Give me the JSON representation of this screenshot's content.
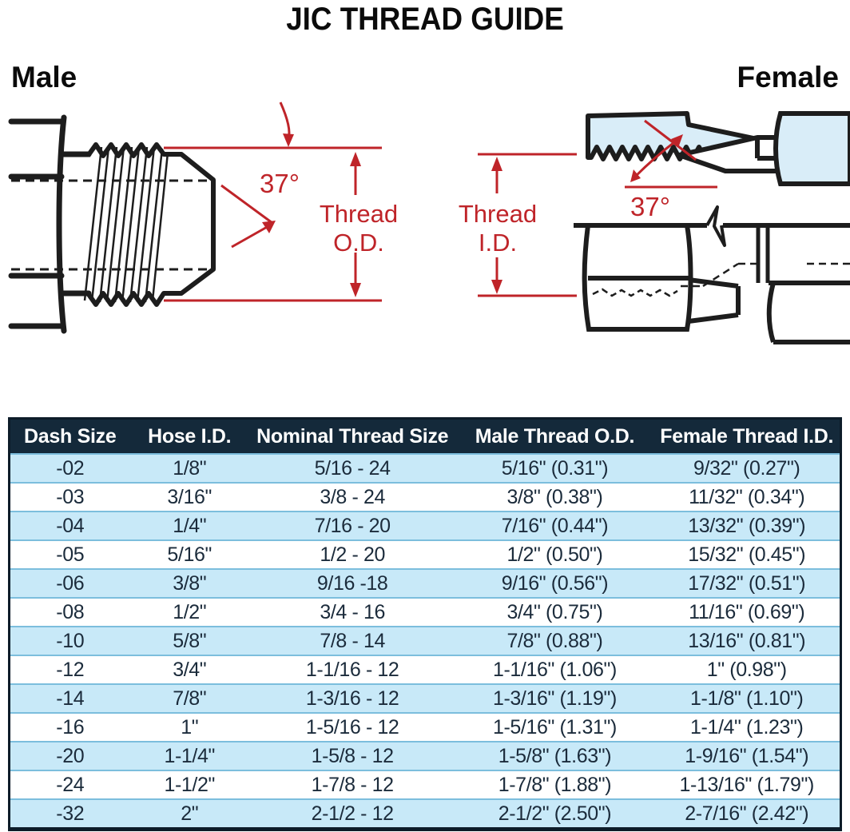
{
  "title": "JIC THREAD GUIDE",
  "diagrams": {
    "male": {
      "label": "Male",
      "angle": "37°",
      "dim_label_line1": "Thread",
      "dim_label_line2": "O.D."
    },
    "female": {
      "label": "Female",
      "angle": "37°",
      "dim_label_line1": "Thread",
      "dim_label_line2": "I.D."
    }
  },
  "colors": {
    "annotation_red": "#bf2429",
    "drawing_black": "#1d1d1d",
    "section_fill_blue": "#d9edf8",
    "table_header_bg": "#14293a",
    "table_header_text": "#ffffff",
    "row_alt_bg": "#c8e9f8",
    "row_bg": "#ffffff",
    "row_separator": "#7cbedd",
    "table_text": "#1b2b3b",
    "page_bg": "#ffffff"
  },
  "table": {
    "columns": [
      "Dash Size",
      "Hose I.D.",
      "Nominal Thread Size",
      "Male Thread O.D.",
      "Female Thread I.D."
    ],
    "rows": [
      [
        "-02",
        "1/8\"",
        "5/16 - 24",
        "5/16\" (0.31\")",
        "9/32\" (0.27\")"
      ],
      [
        "-03",
        "3/16\"",
        "3/8 - 24",
        "3/8\" (0.38\")",
        "11/32\" (0.34\")"
      ],
      [
        "-04",
        "1/4\"",
        "7/16 - 20",
        "7/16\" (0.44\")",
        "13/32\" (0.39\")"
      ],
      [
        "-05",
        "5/16\"",
        "1/2 - 20",
        "1/2\" (0.50\")",
        "15/32\" (0.45\")"
      ],
      [
        "-06",
        "3/8\"",
        "9/16 -18",
        "9/16\" (0.56\")",
        "17/32\" (0.51\")"
      ],
      [
        "-08",
        "1/2\"",
        "3/4 - 16",
        "3/4\" (0.75\")",
        "11/16\" (0.69\")"
      ],
      [
        "-10",
        "5/8\"",
        "7/8 - 14",
        "7/8\" (0.88\")",
        "13/16\" (0.81\")"
      ],
      [
        "-12",
        "3/4\"",
        "1-1/16 - 12",
        "1-1/16\" (1.06\")",
        "1\" (0.98\")"
      ],
      [
        "-14",
        "7/8\"",
        "1-3/16 - 12",
        "1-3/16\" (1.19\")",
        "1-1/8\" (1.10\")"
      ],
      [
        "-16",
        "1\"",
        "1-5/16 - 12",
        "1-5/16\" (1.31\")",
        "1-1/4\" (1.23\")"
      ],
      [
        "-20",
        "1-1/4\"",
        "1-5/8 - 12",
        "1-5/8\" (1.63\")",
        "1-9/16\" (1.54\")"
      ],
      [
        "-24",
        "1-1/2\"",
        "1-7/8 - 12",
        "1-7/8\" (1.88\")",
        "1-13/16\" (1.79\")"
      ],
      [
        "-32",
        "2\"",
        "2-1/2 - 12",
        "2-1/2\" (2.50\")",
        "2-7/16\" (2.42\")"
      ]
    ]
  }
}
